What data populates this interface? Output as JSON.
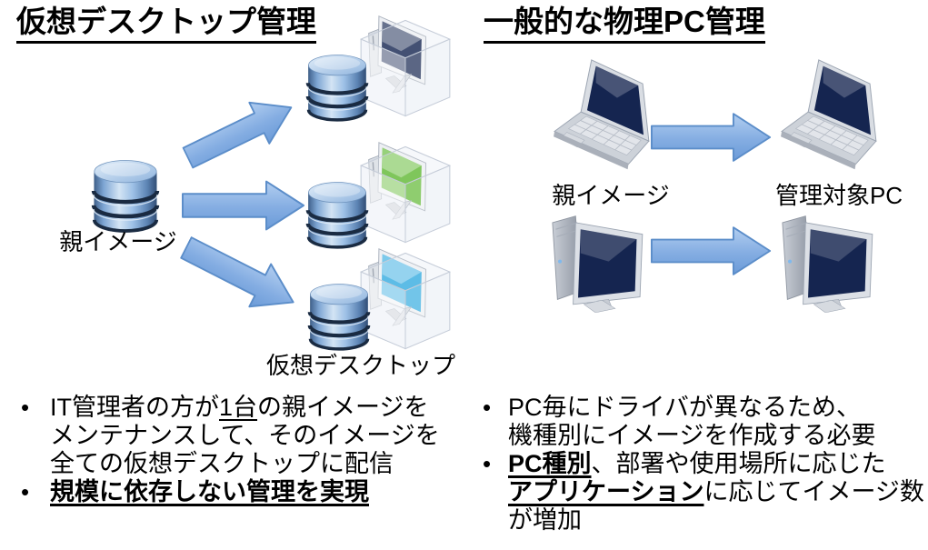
{
  "colors": {
    "screen_navy": "#152550",
    "screen_green": "#5FB832",
    "screen_cyan": "#35ACE0",
    "arrow_fill": "#7FA8DE",
    "arrow_border": "#5B8DC9",
    "text": "#000000"
  },
  "left_panel": {
    "title": "仮想デスクトップ管理",
    "parent_label": "親イメージ",
    "virtual_desktop_label": "仮想デスクトップ",
    "bullets": {
      "b1_seg1": "IT管理者の方が",
      "b1_seg2": "1台",
      "b1_seg3": "の親イメージを",
      "b1_line2": "メンテナンスして、そのイメージを",
      "b1_line3": "全ての仮想デスクトップに配信",
      "b2": "規模に依存しない管理を実現"
    }
  },
  "right_panel": {
    "title": "一般的な物理PC管理",
    "parent_label": "親イメージ",
    "managed_label": "管理対象PC",
    "bullets": {
      "b1_line1": "PC毎にドライバが異なるため、",
      "b1_line2": "機種別にイメージを作成する必要",
      "b2_seg1": "PC種別",
      "b2_seg2": "、部署や使用場所に応じた",
      "b2_seg3": "アプリケーション",
      "b2_seg4": "に応じてイメージ数",
      "b2_line3": "が増加"
    }
  },
  "bullet_marker": "•",
  "icons": {
    "database-icon": "stacked blue database cylinder",
    "virtual-machine-cube-icon": "translucent 3D box containing a monitor",
    "laptop-icon": "silver laptop with dark blue screen",
    "desktop-pc-icon": "tower PC with dark blue monitor",
    "block-arrow-icon": "blue block arrow"
  }
}
